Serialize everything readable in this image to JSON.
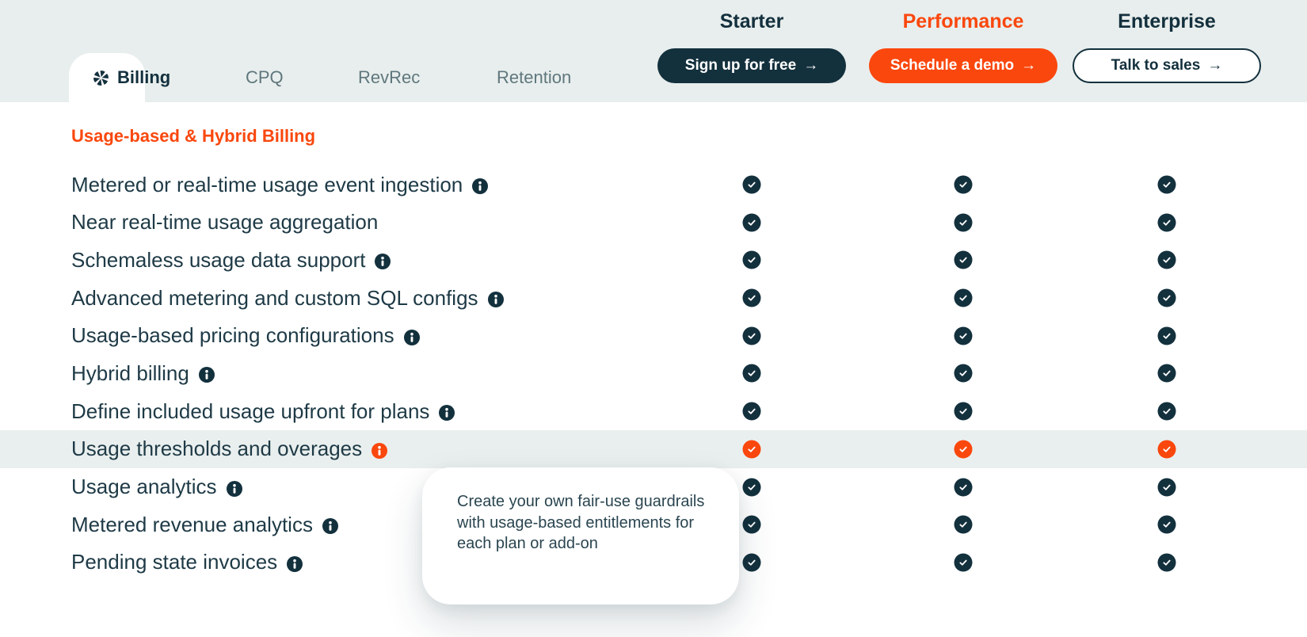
{
  "colors": {
    "header_bg": "#e8eeed",
    "navy": "#13303d",
    "orange": "#fa470d",
    "row_text": "#1e3a46",
    "inactive_tab": "#5f777d",
    "highlight_row_bg": "#e9efee",
    "tooltip_text": "#2a4550"
  },
  "nav": {
    "active_tab": {
      "label": "Billing",
      "icon": "asterisk-logo-icon"
    },
    "tabs": [
      {
        "label": "CPQ"
      },
      {
        "label": "RevRec"
      },
      {
        "label": "Retention"
      }
    ]
  },
  "plans": [
    {
      "name": "Starter",
      "name_color": "#13303d",
      "cta": {
        "label": "Sign up for free",
        "arrow_icon": "→",
        "style": "dark"
      }
    },
    {
      "name": "Performance",
      "name_color": "#fa470d",
      "cta": {
        "label": "Schedule a demo",
        "arrow_icon": "→",
        "style": "orange"
      }
    },
    {
      "name": "Enterprise",
      "name_color": "#13303d",
      "cta": {
        "label": "Talk to sales",
        "arrow_icon": "→",
        "style": "outline"
      }
    }
  ],
  "section_title": "Usage-based & Hybrid Billing",
  "features": [
    {
      "label": "Metered or real-time usage event ingestion",
      "info": true,
      "highlighted": false,
      "availability": [
        true,
        true,
        true
      ]
    },
    {
      "label": "Near real-time usage aggregation",
      "info": false,
      "highlighted": false,
      "availability": [
        true,
        true,
        true
      ]
    },
    {
      "label": "Schemaless usage data support",
      "info": true,
      "highlighted": false,
      "availability": [
        true,
        true,
        true
      ]
    },
    {
      "label": "Advanced metering and custom SQL configs",
      "info": true,
      "highlighted": false,
      "availability": [
        true,
        true,
        true
      ]
    },
    {
      "label": "Usage-based pricing configurations",
      "info": true,
      "highlighted": false,
      "availability": [
        true,
        true,
        true
      ]
    },
    {
      "label": "Hybrid billing",
      "info": true,
      "highlighted": false,
      "availability": [
        true,
        true,
        true
      ]
    },
    {
      "label": "Define included usage upfront for plans",
      "info": true,
      "highlighted": false,
      "availability": [
        true,
        true,
        true
      ]
    },
    {
      "label": "Usage thresholds and overages",
      "info": true,
      "highlighted": true,
      "availability": [
        true,
        true,
        true
      ]
    },
    {
      "label": "Usage analytics",
      "info": true,
      "highlighted": false,
      "availability": [
        true,
        true,
        true
      ]
    },
    {
      "label": "Metered revenue analytics",
      "info": true,
      "highlighted": false,
      "availability": [
        true,
        true,
        true
      ]
    },
    {
      "label": "Pending state invoices",
      "info": true,
      "highlighted": false,
      "availability": [
        true,
        true,
        true
      ]
    }
  ],
  "tooltip": {
    "text": "Create your own fair-use guardrails with usage-based entitlements for each plan or add-on"
  }
}
